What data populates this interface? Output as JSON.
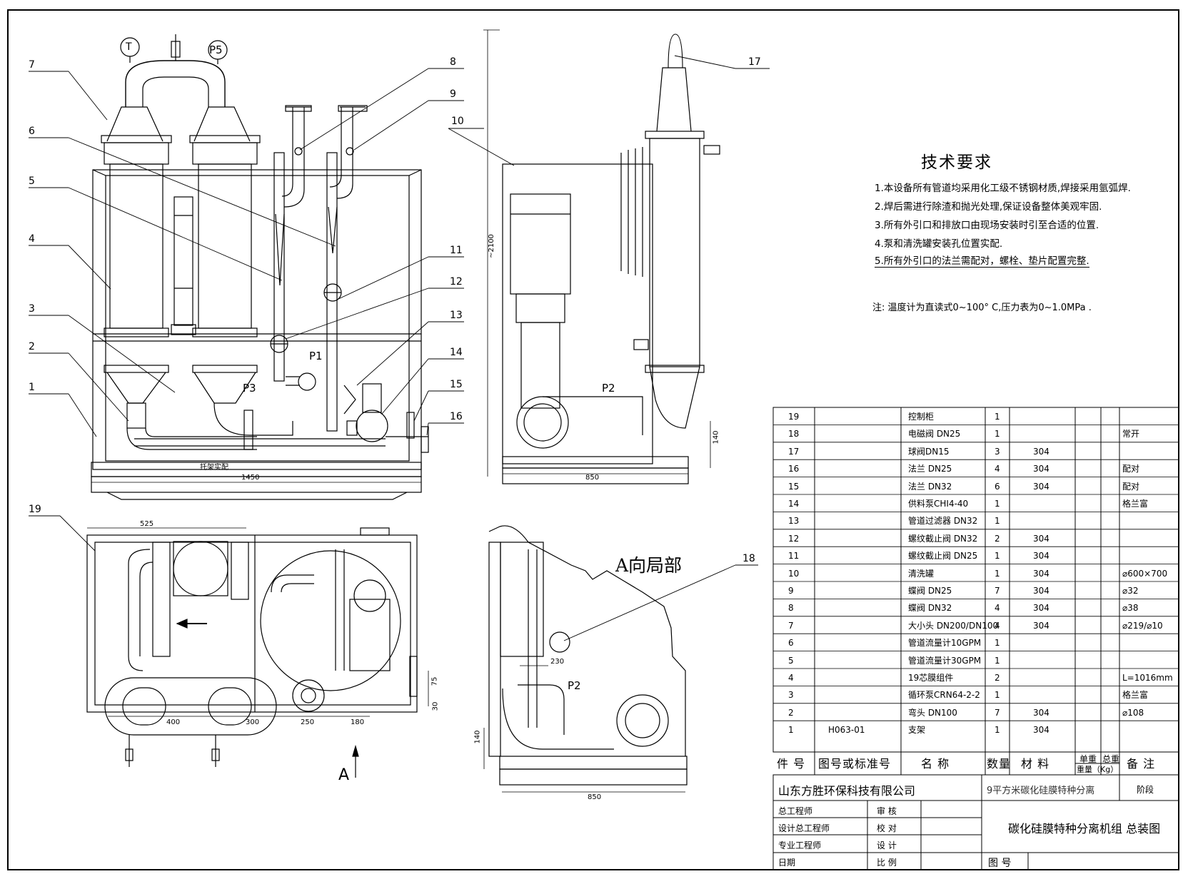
{
  "callouts": {
    "c1": "1",
    "c2": "2",
    "c3": "3",
    "c4": "4",
    "c5": "5",
    "c6": "6",
    "c7": "7",
    "c8": "8",
    "c9": "9",
    "c10": "10",
    "c11": "11",
    "c12": "12",
    "c13": "13",
    "c14": "14",
    "c15": "15",
    "c16": "16",
    "c17": "17",
    "c18": "18",
    "c19": "19"
  },
  "instrument_tags": {
    "t": "T",
    "p5": "P5",
    "p1": "P1",
    "p3": "P3",
    "p2a": "P2",
    "p2b": "P2"
  },
  "annotations": {
    "support_note": "托架实配",
    "arrow_a": "A"
  },
  "dimensions": {
    "front_width": "1450",
    "side_width": "850",
    "height_total": "~2100",
    "side_base": "140",
    "plan_525": "525",
    "plan_400": "400",
    "plan_300": "300",
    "plan_250": "250",
    "plan_180": "180",
    "plan_75": "75",
    "plan_30": "30",
    "detail_230": "230",
    "detail_140": "140",
    "detail_850": "850"
  },
  "view_title": "A向局部",
  "tech_requirements": {
    "title": "技术要求",
    "items": [
      "1.本设备所有管道均采用化工级不锈钢材质,焊接采用氩弧焊.",
      "2.焊后需进行除渣和抛光处理,保证设备整体美观牢固.",
      "3.所有外引口和排放口由现场安装时引至合适的位置.",
      "4.泵和清洗罐安装孔位置实配.",
      "5.所有外引口的法兰需配对，螺栓、垫片配置完整."
    ],
    "note": "注:  温度计为直读式0~100° C,压力表为0~1.0MPa ."
  },
  "bom": {
    "headers": {
      "no": "件  号",
      "std": "图号或标准号",
      "name": "名   称",
      "qty": "数量",
      "mat": "材   料",
      "unit_weight": "单重",
      "total_weight": "总重",
      "weight": "重量（Kg）",
      "remark": "备   注"
    },
    "rows": [
      {
        "no": "19",
        "std": "",
        "name": "控制柜",
        "qty": "1",
        "mat": "",
        "remark": ""
      },
      {
        "no": "18",
        "std": "",
        "name": "电磁阀 DN25",
        "qty": "1",
        "mat": "",
        "remark": "常开"
      },
      {
        "no": "17",
        "std": "",
        "name": "球阀DN15",
        "qty": "3",
        "mat": "304",
        "remark": ""
      },
      {
        "no": "16",
        "std": "",
        "name": "法兰 DN25",
        "qty": "4",
        "mat": "304",
        "remark": "配对"
      },
      {
        "no": "15",
        "std": "",
        "name": "法兰 DN32",
        "qty": "6",
        "mat": "304",
        "remark": "配对"
      },
      {
        "no": "14",
        "std": "",
        "name": "供料泵CHI4-40",
        "qty": "1",
        "mat": "",
        "remark": "格兰富"
      },
      {
        "no": "13",
        "std": "",
        "name": "管道过滤器 DN32",
        "qty": "1",
        "mat": "",
        "remark": ""
      },
      {
        "no": "12",
        "std": "",
        "name": "螺纹截止阀 DN32",
        "qty": "2",
        "mat": "304",
        "remark": ""
      },
      {
        "no": "11",
        "std": "",
        "name": "螺纹截止阀 DN25",
        "qty": "1",
        "mat": "304",
        "remark": ""
      },
      {
        "no": "10",
        "std": "",
        "name": "清洗罐",
        "qty": "1",
        "mat": "304",
        "remark": "⌀600×700"
      },
      {
        "no": "9",
        "std": "",
        "name": "蝶阀 DN25",
        "qty": "7",
        "mat": "304",
        "remark": "⌀32"
      },
      {
        "no": "8",
        "std": "",
        "name": "蝶阀 DN32",
        "qty": "4",
        "mat": "304",
        "remark": "⌀38"
      },
      {
        "no": "7",
        "std": "",
        "name": "大小头 DN200/DN100",
        "qty": "4",
        "mat": "304",
        "remark": "⌀219/⌀10"
      },
      {
        "no": "6",
        "std": "",
        "name": "管道流量计10GPM",
        "qty": "1",
        "mat": "",
        "remark": ""
      },
      {
        "no": "5",
        "std": "",
        "name": "管道流量计30GPM",
        "qty": "1",
        "mat": "",
        "remark": ""
      },
      {
        "no": "4",
        "std": "",
        "name": "19芯膜组件",
        "qty": "2",
        "mat": "",
        "remark": "L=1016mm"
      },
      {
        "no": "3",
        "std": "",
        "name": "循环泵CRN64-2-2",
        "qty": "1",
        "mat": "",
        "remark": "格兰富"
      },
      {
        "no": "2",
        "std": "",
        "name": "弯头 DN100",
        "qty": "7",
        "mat": "304",
        "remark": "⌀108"
      },
      {
        "no": "1",
        "std": "H063-01",
        "name": "支架",
        "qty": "1",
        "mat": "304",
        "remark": ""
      }
    ]
  },
  "title_block": {
    "company": "山东方胜环保科技有限公司",
    "project": "9平方米碳化硅膜特种分离",
    "stage": "阶段",
    "drawing_title": "碳化硅膜特种分离机组 总装图",
    "drawing_no_label": "图   号",
    "roles": [
      "总工程师",
      "设计总工程师",
      "专业工程师",
      "日期"
    ],
    "actions": [
      "审   核",
      "校   对",
      "设   计",
      "比   例"
    ]
  }
}
